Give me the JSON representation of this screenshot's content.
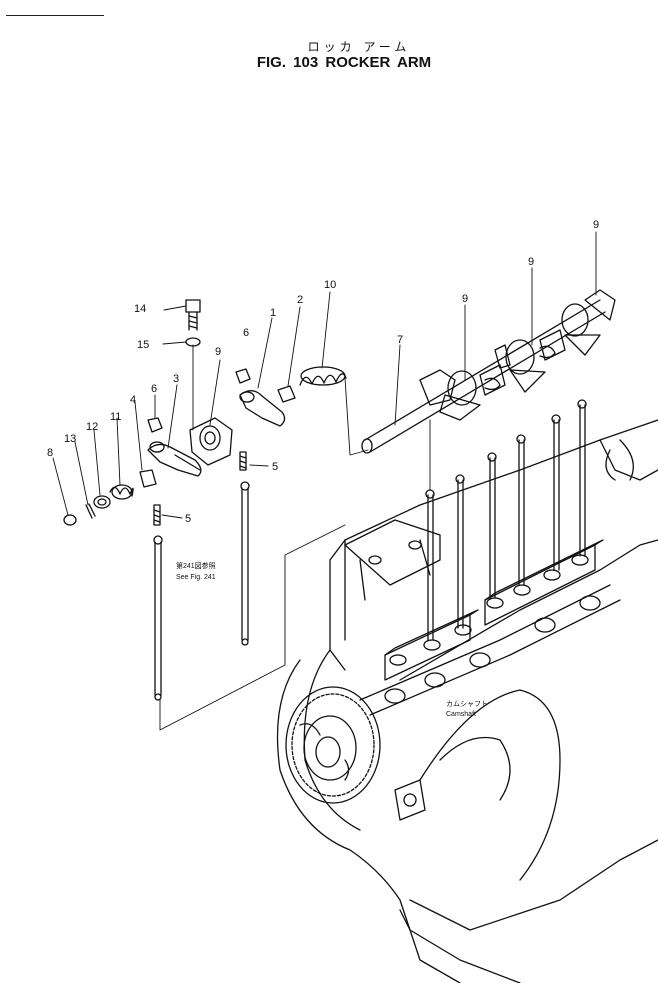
{
  "figure": {
    "title_jp": "ロッカ アーム",
    "title": "FIG. 103  ROCKER  ARM"
  },
  "callouts": [
    {
      "id": "callout-14",
      "text": "14"
    },
    {
      "id": "callout-15",
      "text": "15"
    },
    {
      "id": "callout-6a",
      "text": "6"
    },
    {
      "id": "callout-6b",
      "text": "6"
    },
    {
      "id": "callout-3",
      "text": "3"
    },
    {
      "id": "callout-9a",
      "text": "9"
    },
    {
      "id": "callout-1",
      "text": "1"
    },
    {
      "id": "callout-2",
      "text": "2"
    },
    {
      "id": "callout-10",
      "text": "10"
    },
    {
      "id": "callout-7",
      "text": "7"
    },
    {
      "id": "callout-9b",
      "text": "9"
    },
    {
      "id": "callout-9c",
      "text": "9"
    },
    {
      "id": "callout-9d",
      "text": "9"
    },
    {
      "id": "callout-4",
      "text": "4"
    },
    {
      "id": "callout-11",
      "text": "11"
    },
    {
      "id": "callout-12",
      "text": "12"
    },
    {
      "id": "callout-13",
      "text": "13"
    },
    {
      "id": "callout-8",
      "text": "8"
    },
    {
      "id": "callout-5a",
      "text": "5"
    },
    {
      "id": "callout-5b",
      "text": "5"
    }
  ],
  "references": {
    "see_fig_jp": "第241図参照",
    "see_fig": "See Fig. 241",
    "camshaft_jp": "カムシャフト",
    "camshaft": "Camshaft"
  }
}
